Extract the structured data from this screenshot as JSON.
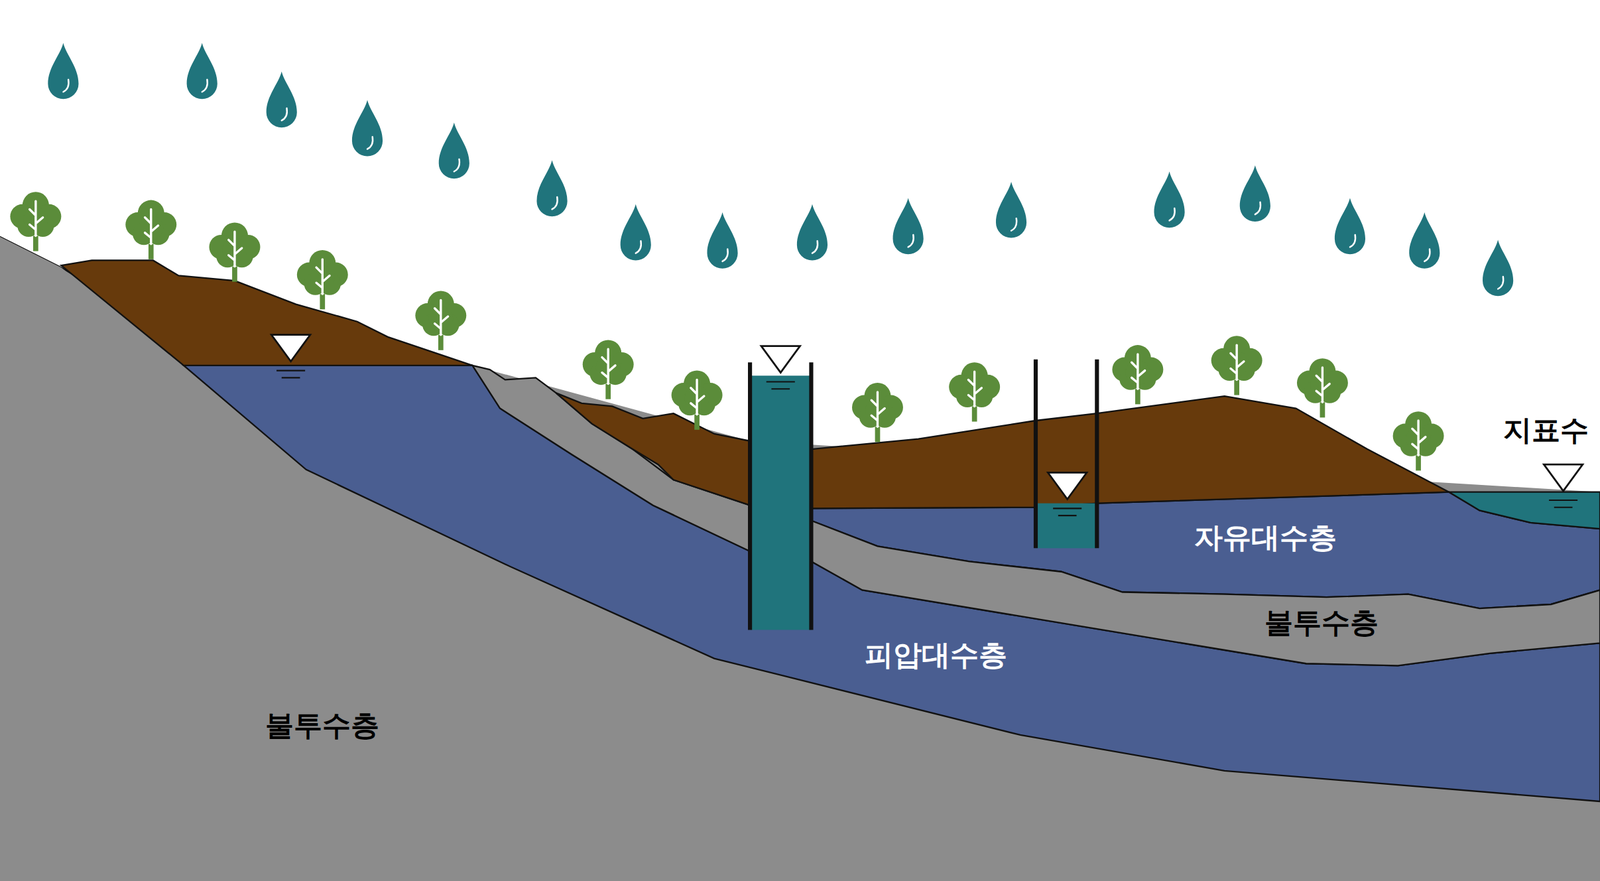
{
  "diagram": {
    "labels": [
      "지표수",
      "자유대수층",
      "불투수층",
      "피압대수층",
      "불투수층"
    ]
  }
}
